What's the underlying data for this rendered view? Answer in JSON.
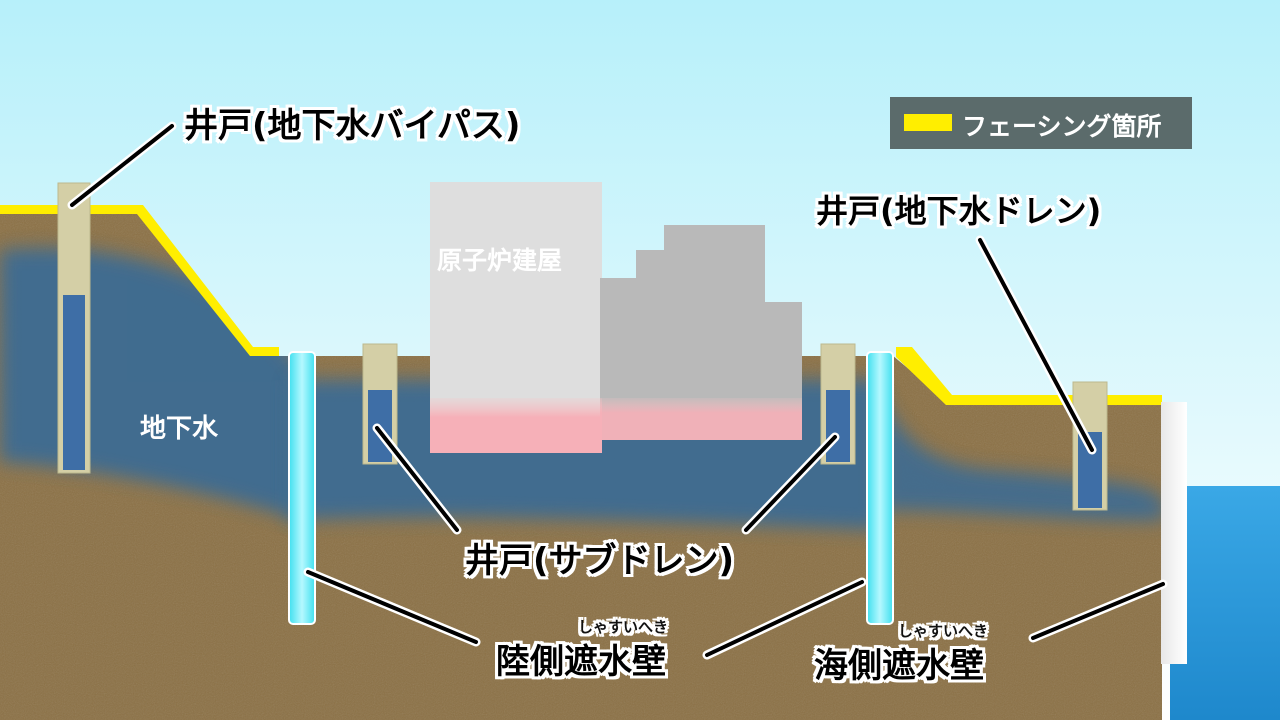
{
  "labels": {
    "well_bypass": "井戸(地下水バイパス)",
    "well_drain": "井戸(地下水ドレン)",
    "reactor_building": "原子炉建屋",
    "groundwater": "地下水",
    "well_subdrain": "井戸(サブドレン)",
    "land_wall": "陸側遮水壁",
    "land_wall_ruby": "しゃすいへき",
    "sea_wall": "海側遮水壁",
    "sea_wall_ruby": "しゃすいへき"
  },
  "legend": {
    "facing_label": "フェーシング箇所"
  },
  "colors": {
    "sky": "#bdf0f8",
    "soil": "#8a7042",
    "groundwater": "#3d6e94",
    "facing": "#ffee00",
    "well_casing": "#d4cfa6",
    "well_water": "#3d6ea8",
    "barrier_wall": "#5ee6f2",
    "sea": "#2f9fe0",
    "reactor_light": "#dcdcdc",
    "reactor_dark": "#b8b8b8",
    "contaminated": "#f6b2ba"
  }
}
